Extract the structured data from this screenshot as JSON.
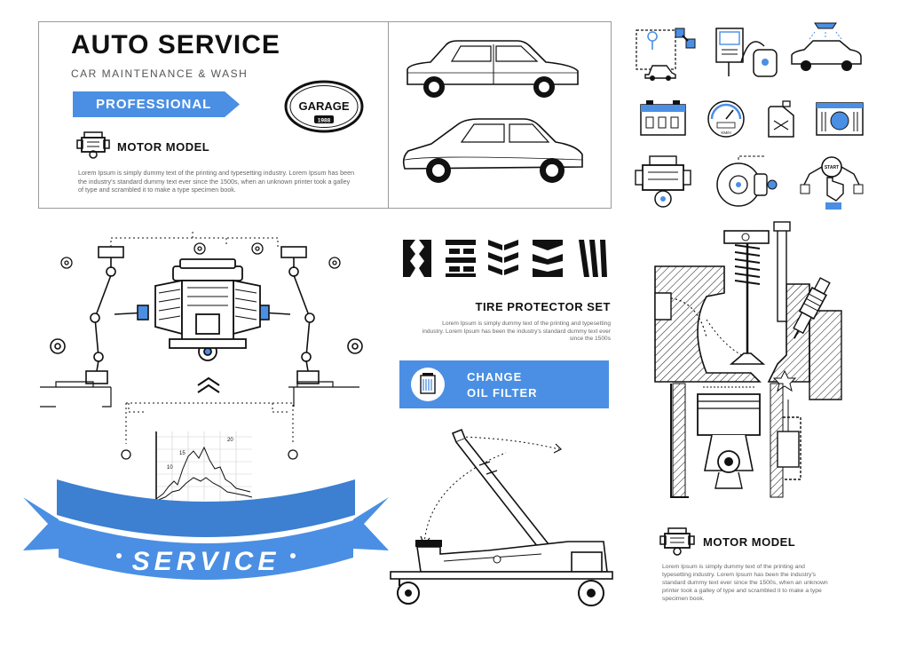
{
  "header": {
    "title": "AUTO SERVICE",
    "subtitle": "CAR MAINTENANCE & WASH",
    "badge": "PROFESSIONAL",
    "garage_label": "GARAGE",
    "garage_year": "1988"
  },
  "motor_section_top": {
    "title": "MOTOR MODEL",
    "body": "Lorem Ipsum is simply dummy text of the printing and typesetting industry. Lorem Ipsum has been the industry's standard dummy text ever since the 1500s, when an unknown printer took a galley of type and scrambled it to make a type specimen book."
  },
  "tires": {
    "title": "TIRE PROTECTOR SET",
    "body": "Lorem Ipsum is simply dummy text of the printing and typesetting industry. Lorem Ipsum has been the industry's standard dummy text ever since the 1500s"
  },
  "oil": {
    "line1": "CHANGE",
    "line2": "OIL FILTER"
  },
  "motor_section_bottom": {
    "title": "MOTOR MODEL",
    "body": "Lorem Ipsum is simply dummy text of the printing and typesetting industry. Lorem Ipsum has been the industry's standard dummy text ever since the 1500s, when an unknown printer took a galley of type and scrambled it to make a type specimen book."
  },
  "ribbon": {
    "label": "SERVICE"
  },
  "chart": {
    "label_top": "20",
    "label_mid": "15",
    "label_low": "10"
  },
  "speedometer": {
    "label": "KM/H"
  },
  "starter": {
    "label": "START"
  },
  "colors": {
    "accent": "#4a8fe3",
    "line": "#111111",
    "muted": "#666666"
  }
}
